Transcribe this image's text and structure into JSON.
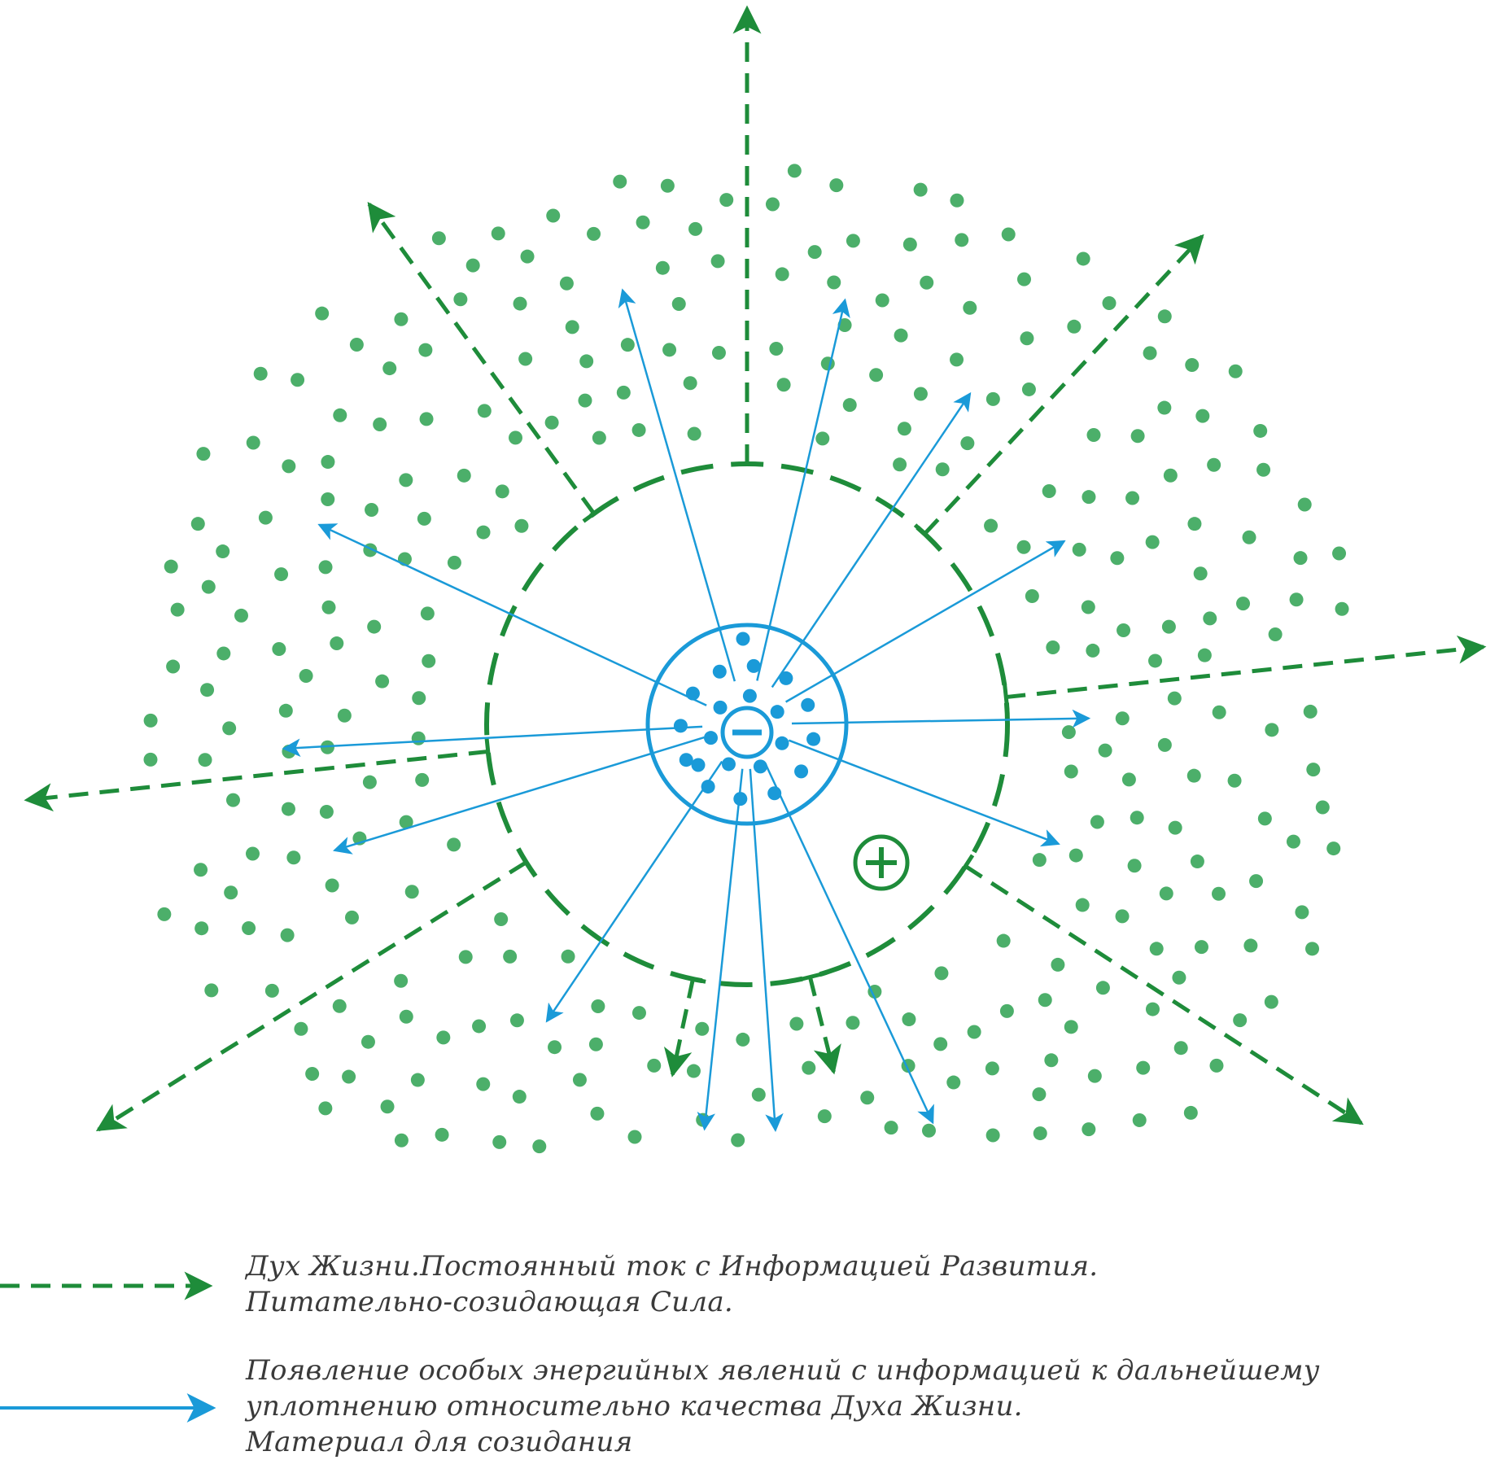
{
  "colors": {
    "green": "#1e8c3a",
    "dot_green": "#4caf6a",
    "blue": "#1a9ad8"
  },
  "diagram": {
    "inner_sign": "−",
    "outer_sign": "+"
  },
  "legend": [
    {
      "style": "dashed-green-arrow",
      "lines": [
        "Дух Жизни.Постоянный ток с Информацией Развития.",
        "Питательно-созидающая Сила."
      ]
    },
    {
      "style": "solid-blue-arrow",
      "lines": [
        "Появление особых энергийных явлений с информацией к дальнейшему",
        "уплотнению относительно качества Духа Жизни.",
        "Материал для созидания"
      ]
    }
  ]
}
